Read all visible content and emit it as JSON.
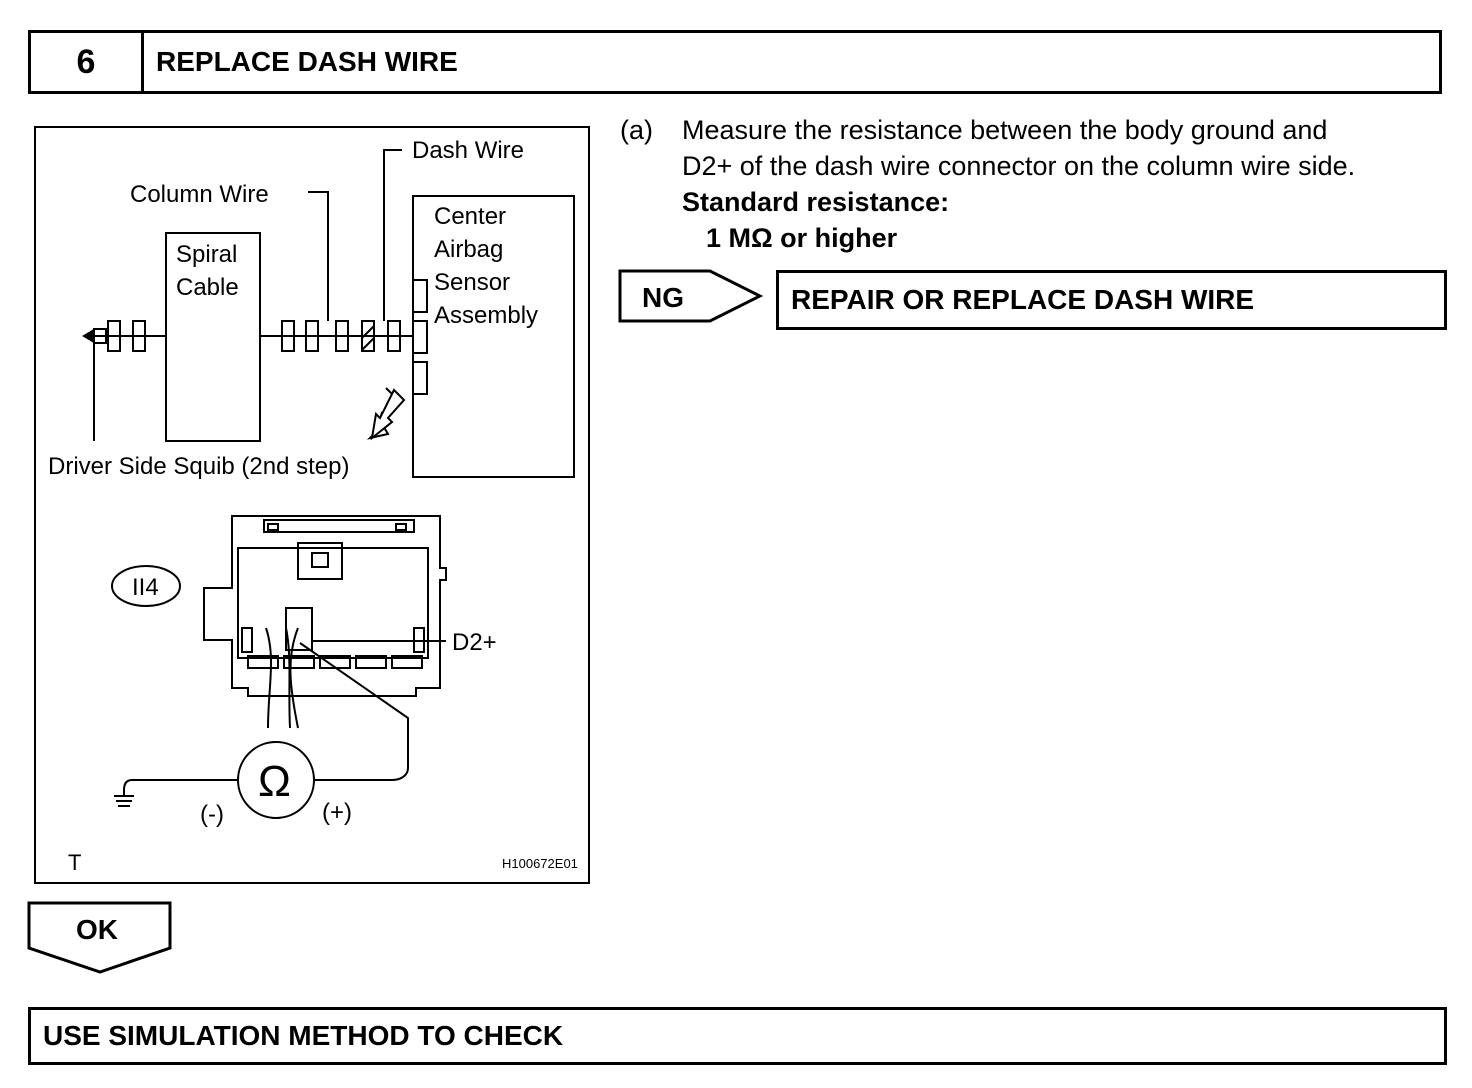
{
  "step": {
    "number": "6",
    "title": "REPLACE DASH WIRE"
  },
  "figure": {
    "labels": {
      "dash_wire": "Dash Wire",
      "column_wire": "Column Wire",
      "spiral_cable": [
        "Spiral",
        "Cable"
      ],
      "center_airbag": [
        "Center",
        "Airbag",
        "Sensor",
        "Assembly"
      ],
      "driver_squib": "Driver Side Squib (2nd step)",
      "connector_id": "II4",
      "terminal": "D2+",
      "ohm_symbol": "Ω",
      "negative": "(-)",
      "positive": "(+)",
      "corner_mark": "T",
      "figure_id": "H100672E01"
    },
    "icons": [
      "ground-symbol-icon",
      "ohmmeter-icon",
      "view-arrow-icon"
    ]
  },
  "instruction": {
    "marker": "(a)",
    "text_line1": "Measure the resistance between the body ground and",
    "text_line2": "D2+ of the dash wire connector on the column wire side.",
    "standard_label": "Standard resistance:",
    "standard_value": "1 MΩ or higher"
  },
  "ng_branch": {
    "label": "NG",
    "action": "REPAIR OR REPLACE DASH WIRE"
  },
  "ok_branch": {
    "label": "OK"
  },
  "next_step": {
    "text": "USE SIMULATION METHOD TO CHECK"
  }
}
